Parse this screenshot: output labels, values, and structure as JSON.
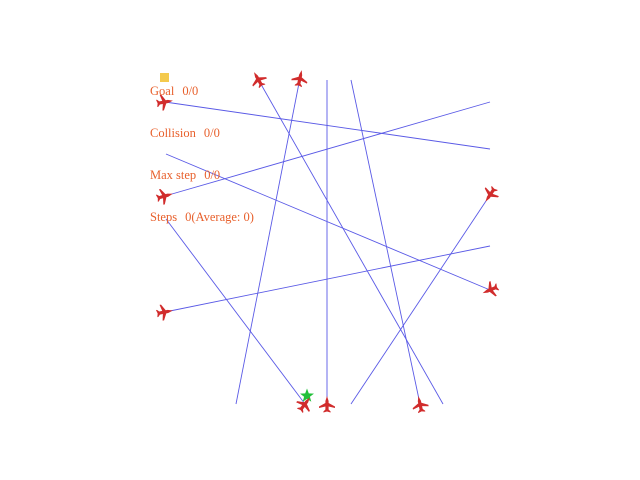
{
  "hud": {
    "goal_label": "Goal",
    "goal_value": "0/0",
    "collision_label": "Collision",
    "collision_value": "0/0",
    "maxstep_label": "Max step",
    "maxstep_value": "0/0",
    "steps_label": "Steps",
    "steps_value": "0(Average: 0)"
  },
  "colors": {
    "route": "#5a5ae6",
    "aircraft": "#d12c2c",
    "goal_star": "#22c03a",
    "hud_text": "#e8602c",
    "marker": "#f2c12e"
  },
  "icons": {
    "aircraft": "airplane-icon",
    "goal": "star-icon",
    "marker": "square-marker-icon"
  }
}
